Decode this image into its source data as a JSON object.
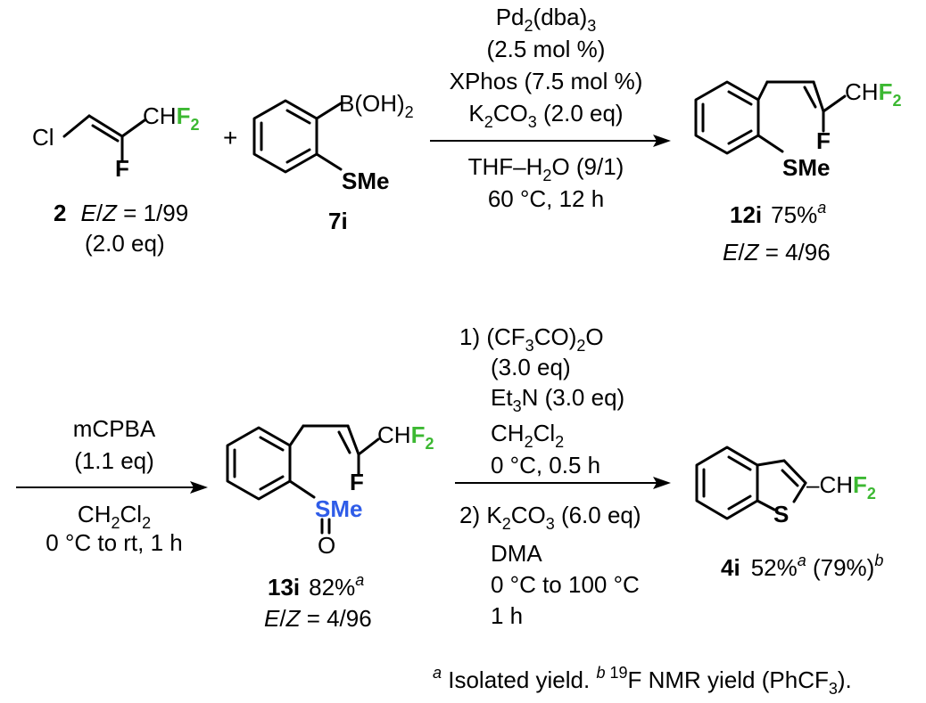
{
  "colors": {
    "fluorine": "#3cb832",
    "sulfur": "#2f5ce8",
    "new_bond": "#e8262a",
    "default": "#000000"
  },
  "reactant_2": {
    "Cl": "Cl",
    "CH": "CH",
    "F2": "F",
    "F2_sub": "2",
    "F": "F",
    "id": "2",
    "ratio_e": "E",
    "ratio_sep": "/",
    "ratio_z": "Z",
    "ratio_val": " = 1/99",
    "equiv": "(2.0 eq)"
  },
  "plus": "+",
  "reactant_7i": {
    "B": "B(OH)",
    "B_sub": "2",
    "SMe": "SMe",
    "id": "7i"
  },
  "step1_conditions": {
    "line1_a": "Pd",
    "line1_sub1": "2",
    "line1_b": "(dba)",
    "line1_sub2": "3",
    "line2": "(2.5 mol %)",
    "line3": "XPhos (7.5 mol %)",
    "line4_a": "K",
    "line4_sub1": "2",
    "line4_b": "CO",
    "line4_sub2": "3",
    "line4_c": " (2.0 eq)",
    "line5_a": "THF–H",
    "line5_sub": "2",
    "line5_b": "O (9/1)",
    "line6": "60 °C, 12 h"
  },
  "product_12i": {
    "CH": "CH",
    "F2": "F",
    "F2_sub": "2",
    "F": "F",
    "SMe": "SMe",
    "id": "12i",
    "yield": "75%",
    "yield_sup": "a",
    "ratio_e": "E",
    "ratio_sep": "/",
    "ratio_z": "Z",
    "ratio_val": " = 4/96"
  },
  "step2_conditions": {
    "line1": "mCPBA",
    "line2": "(1.1 eq)",
    "line3_a": "CH",
    "line3_sub1": "2",
    "line3_b": "Cl",
    "line3_sub2": "2",
    "line4": "0 °C to rt, 1 h"
  },
  "product_13i": {
    "CH": "CH",
    "F2": "F",
    "F2_sub": "2",
    "F": "F",
    "S": "S",
    "Me": "Me",
    "O": "O",
    "id": "13i",
    "yield": "82%",
    "yield_sup": "a",
    "ratio_e": "E",
    "ratio_sep": "/",
    "ratio_z": "Z",
    "ratio_val": " = 4/96"
  },
  "step3_conditions": {
    "l1_a": "1) (CF",
    "l1_sub1": "3",
    "l1_b": "CO)",
    "l1_sub2": "2",
    "l1_c": "O",
    "l2": "(3.0 eq)",
    "l3_a": "Et",
    "l3_sub": "3",
    "l3_b": "N (3.0 eq)",
    "l4_a": "CH",
    "l4_sub1": "2",
    "l4_b": "Cl",
    "l4_sub2": "2",
    "l5": "0 °C, 0.5 h",
    "l6_a": "2) K",
    "l6_sub1": "2",
    "l6_b": "CO",
    "l6_sub2": "3",
    "l6_c": " (6.0 eq)",
    "l7": "DMA",
    "l8": "0 °C to 100 °C",
    "l9": "1 h"
  },
  "product_4i": {
    "CH": "–CH",
    "F2": "F",
    "F2_sub": "2",
    "S": "S",
    "id": "4i",
    "yield": "52%",
    "yield_sup": "a",
    "yield2": " (79%)",
    "yield2_sup": "b"
  },
  "footnote": {
    "sup_a": "a",
    "text_a": " Isolated yield. ",
    "sup_b": "b",
    "sup_19": " 19",
    "text_b": "F NMR yield (PhCF",
    "sub3": "3",
    "text_c": ")."
  }
}
